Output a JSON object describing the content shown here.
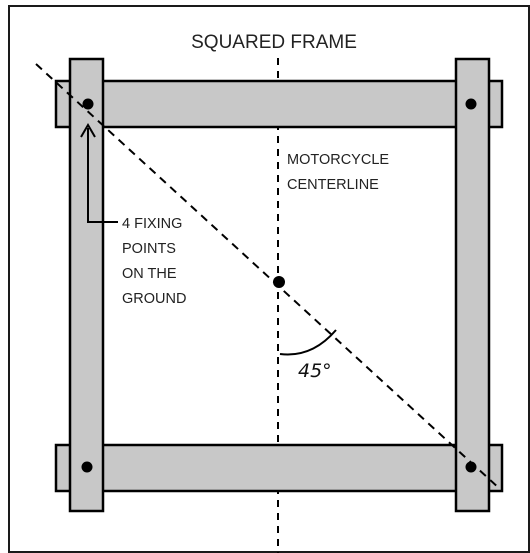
{
  "diagram": {
    "title": "SQUARED FRAME",
    "centerline_label": [
      "MOTORCYCLE",
      "CENTERLINE"
    ],
    "fixing_points_label": [
      "4 FIXING",
      "POINTS",
      "ON THE",
      "GROUND"
    ],
    "angle_label": "45°"
  },
  "colors": {
    "frame_fill": "#c8c8c8",
    "stroke": "#000000",
    "border": "#1a1a1a",
    "text": "#222222"
  }
}
